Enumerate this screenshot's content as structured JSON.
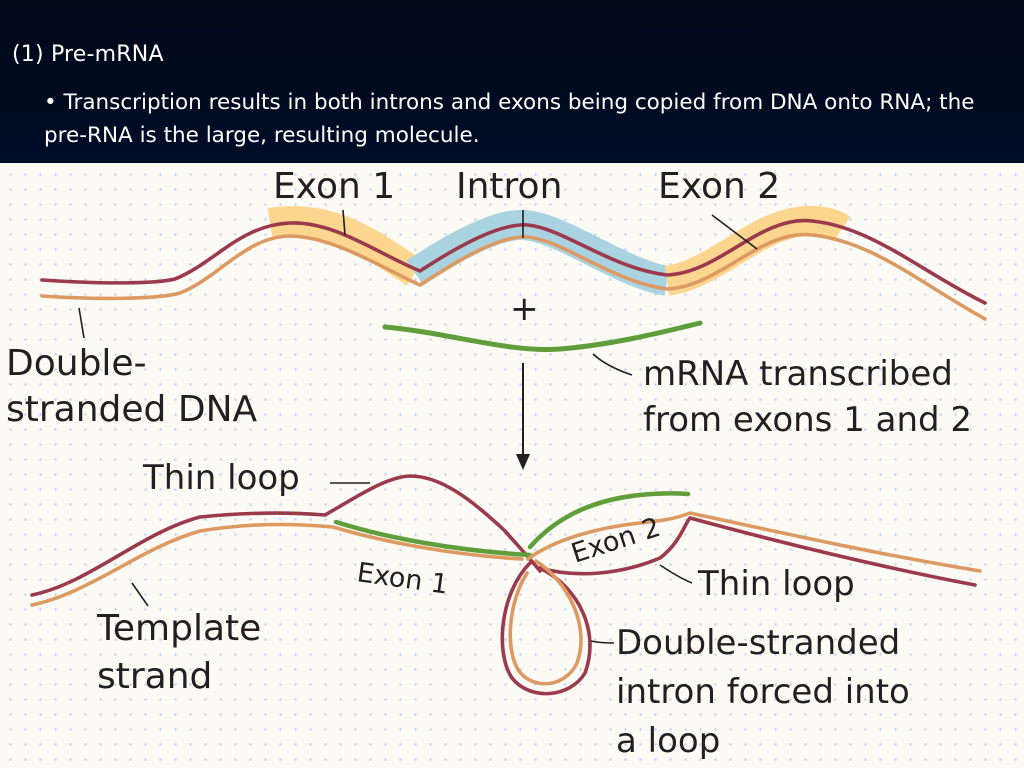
{
  "slide": {
    "heading": "(1) Pre-mRNA",
    "bullet_marker": "•",
    "bullet_text": "Transcription results in both introns and exons being copied from DNA onto RNA; the pre-RNA is the large, resulting molecule."
  },
  "diagram": {
    "top": {
      "exon1": "Exon 1",
      "intron": "Intron",
      "exon2": "Exon 2",
      "plus": "+",
      "dna_line1": "Double-",
      "dna_line2": "stranded DNA",
      "mrna_line1": "mRNA transcribed",
      "mrna_line2": "from exons 1 and 2"
    },
    "bottom": {
      "thin_loop_left": "Thin loop",
      "exon2": "Exon 2",
      "exon1": "Exon 1",
      "thin_loop_right": "Thin loop",
      "template_line1": "Template",
      "template_line2": "strand",
      "intron_line1": "Double-stranded",
      "intron_line2": "intron forced into",
      "intron_line3": "a loop"
    }
  },
  "colors": {
    "dna_strand_dark": "#9b3a4c",
    "dna_strand_light": "#dc9a62",
    "mrna": "#5f9e3a",
    "exon_highlight": "#fcd68e",
    "intron_highlight": "#a9d3e0",
    "text_white": "#ffffff",
    "label_dark": "#231f20"
  }
}
